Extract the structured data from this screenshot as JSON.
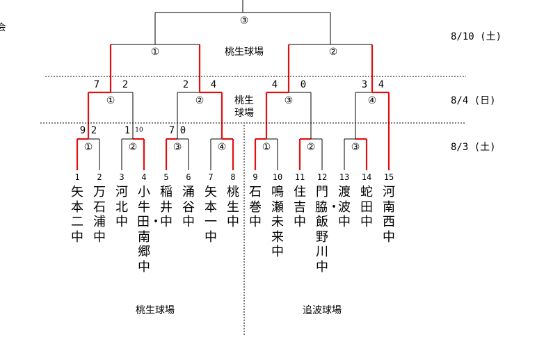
{
  "corner_fragment": "会",
  "colors": {
    "winner_line": "#e01010",
    "line": "#000000"
  },
  "dates": {
    "final_round": "8/10 (土)",
    "round2": "8/4 (日)",
    "round1": "8/3 (土)"
  },
  "venues": {
    "top": "桃生球場",
    "round2_line1": "桃生",
    "round2_line2": "球場",
    "bottom_left": "桃生球場",
    "bottom_right": "追波球場"
  },
  "teams": [
    {
      "no": "1",
      "name": "矢本二中"
    },
    {
      "no": "2",
      "name": "万石浦中"
    },
    {
      "no": "3",
      "name": "河北中"
    },
    {
      "no": "4",
      "name": "小牛田・南郷中"
    },
    {
      "no": "5",
      "name": "稲井中"
    },
    {
      "no": "6",
      "name": "涌谷中"
    },
    {
      "no": "7",
      "name": "矢本一中"
    },
    {
      "no": "8",
      "name": "桃生中"
    },
    {
      "no": "9",
      "name": "石巻中"
    },
    {
      "no": "10",
      "name": "鳴瀬未来中"
    },
    {
      "no": "11",
      "name": "住吉中"
    },
    {
      "no": "12",
      "name": "門脇・飯野川中"
    },
    {
      "no": "13",
      "name": "渡波中"
    },
    {
      "no": "14",
      "name": "蛇田中"
    },
    {
      "no": "15",
      "name": "河南西中"
    }
  ],
  "round1": [
    {
      "label": "①",
      "left_score": "9",
      "right_score": "2",
      "winner": "left"
    },
    {
      "label": "②",
      "left_score": "1",
      "right_score": "10",
      "winner": "right"
    },
    {
      "label": "③",
      "left_score": "7",
      "right_score": "0",
      "winner": "left"
    },
    {
      "label": "④",
      "left_score": "",
      "right_score": "",
      "winner": "right"
    },
    {
      "label": "①",
      "left_score": "",
      "right_score": "",
      "winner": "left"
    },
    {
      "label": "②",
      "left_score": "",
      "right_score": "",
      "winner": "left"
    },
    {
      "label": "③",
      "left_score": "",
      "right_score": "",
      "winner": "right"
    }
  ],
  "round2": [
    {
      "label": "①",
      "left_score": "7",
      "right_score": "2",
      "winner": "left"
    },
    {
      "label": "②",
      "left_score": "2",
      "right_score": "4",
      "winner": "right"
    },
    {
      "label": "③",
      "left_score": "4",
      "right_score": "0",
      "winner": "left"
    },
    {
      "label": "④",
      "left_score": "3",
      "right_score": "4",
      "winner": "right"
    }
  ],
  "semifinals": [
    {
      "label": "①",
      "winner": "none"
    },
    {
      "label": "②",
      "winner": "none"
    }
  ],
  "final": {
    "label": "③"
  }
}
